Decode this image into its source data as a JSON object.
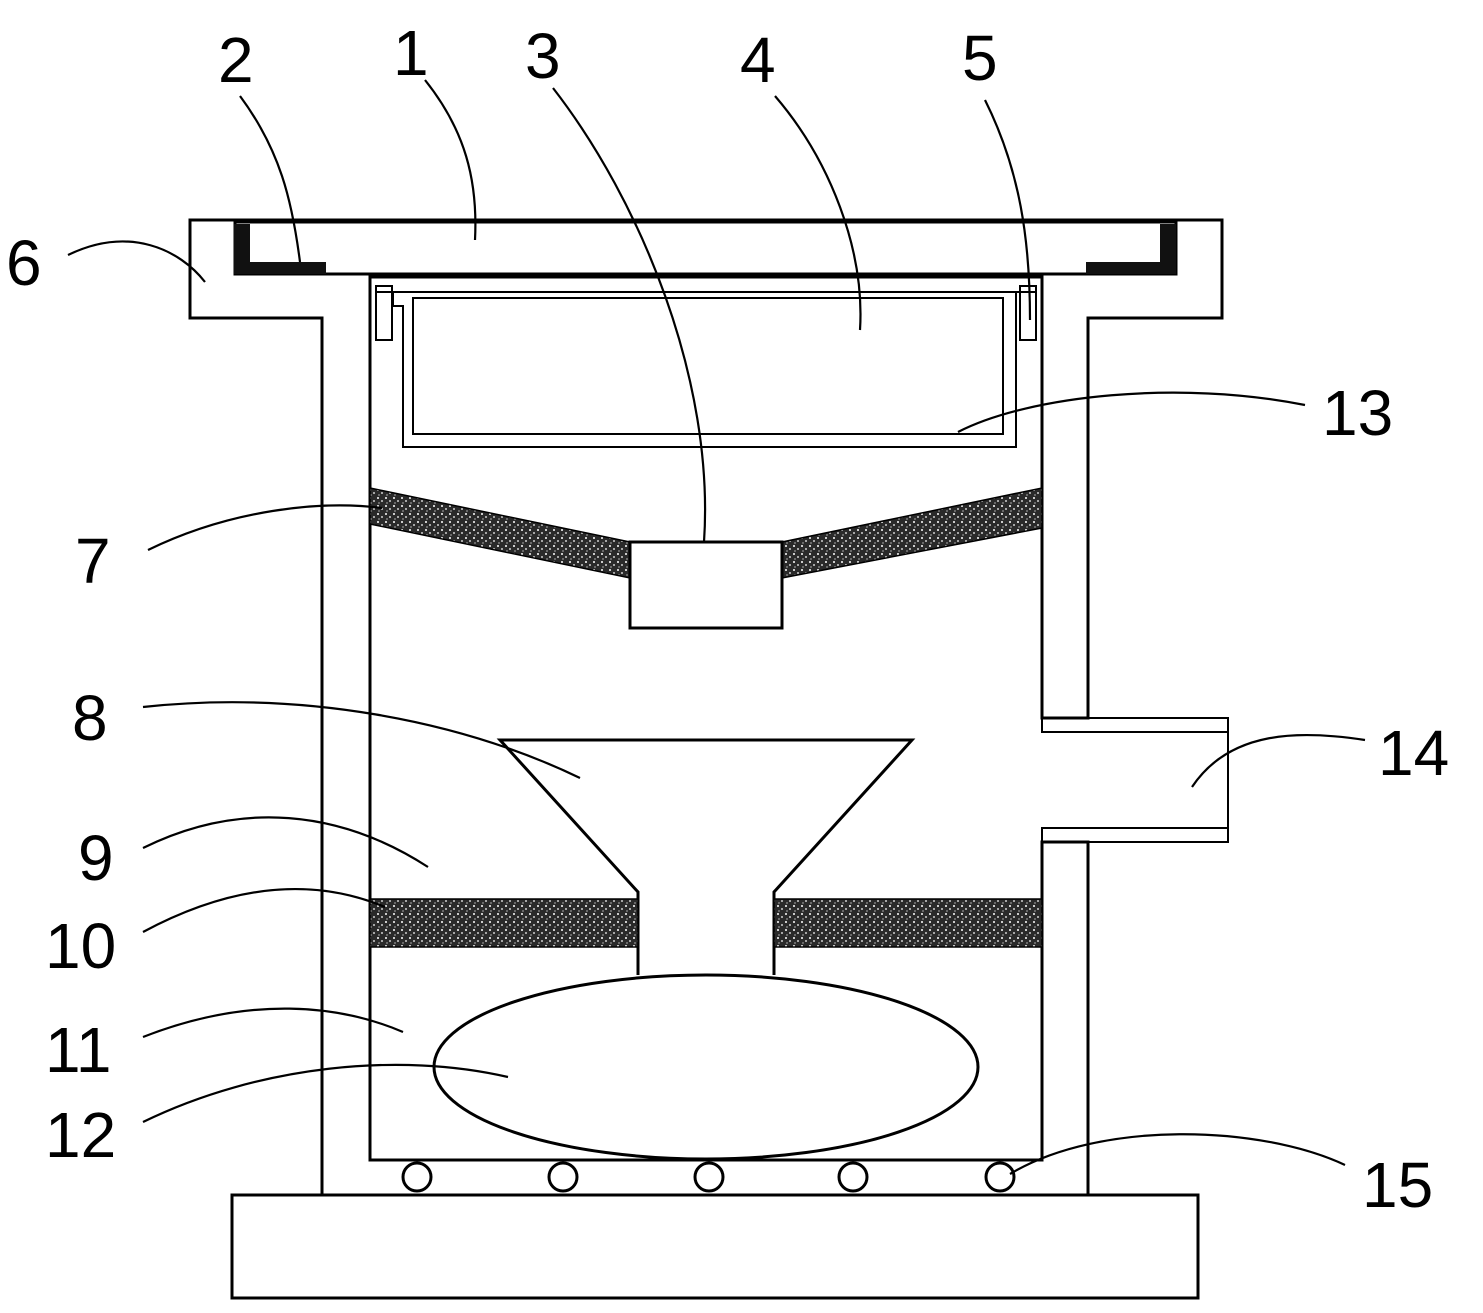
{
  "labels": {
    "l1": "1",
    "l2": "2",
    "l3": "3",
    "l4": "4",
    "l5": "5",
    "l6": "6",
    "l7": "7",
    "l8": "8",
    "l9": "9",
    "l10": "10",
    "l11": "11",
    "l12": "12",
    "l13": "13",
    "l14": "14",
    "l15": "15"
  },
  "colors": {
    "stroke": "#000000",
    "background": "#ffffff",
    "seal": "#111111",
    "filter": "#2a2a2a"
  }
}
